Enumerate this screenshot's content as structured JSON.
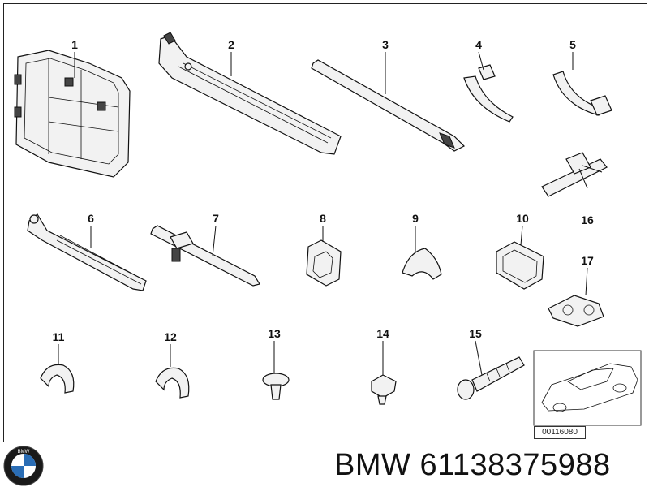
{
  "diagram": {
    "part_numbers": [
      "1",
      "2",
      "3",
      "4",
      "5",
      "6",
      "7",
      "8",
      "9",
      "10",
      "11",
      "12",
      "13",
      "14",
      "15",
      "16",
      "17"
    ],
    "diagram_code": "00116080"
  },
  "footer": {
    "brand": "BMW",
    "part_number": "61138375988",
    "logo_text": "BMW"
  },
  "icons": {
    "logo": "bmw-roundel-icon",
    "vehicle": "car-sedan-icon"
  }
}
